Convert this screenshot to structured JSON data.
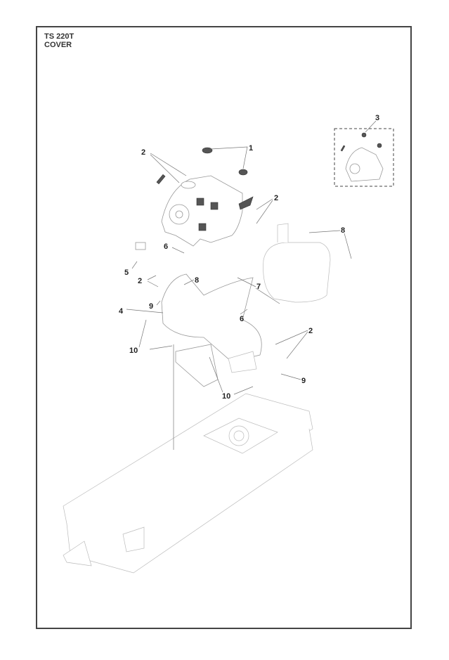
{
  "diagram": {
    "model": "TS 220T",
    "section": "COVER",
    "callouts": [
      "1",
      "2",
      "2",
      "8",
      "3",
      "6",
      "5",
      "2",
      "8",
      "7",
      "9",
      "4",
      "6",
      "2",
      "9",
      "10",
      "10"
    ]
  }
}
